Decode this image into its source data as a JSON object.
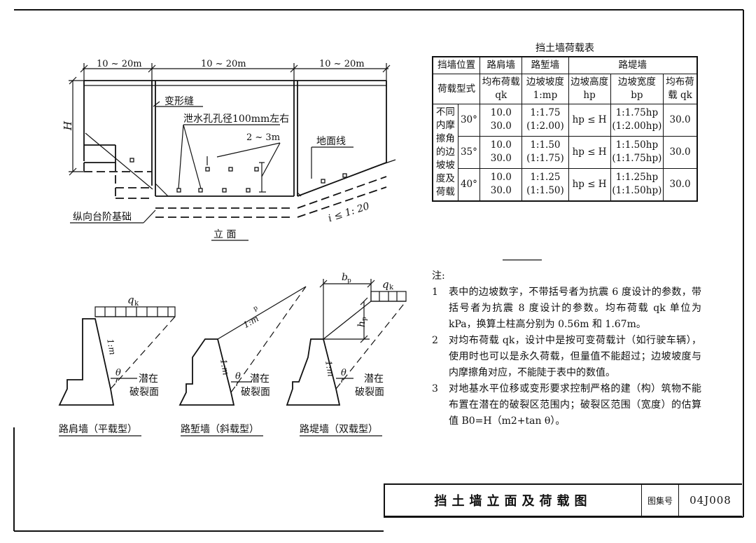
{
  "elevation": {
    "dim_left": "10 ~ 20m",
    "dim_mid": "10 ~ 20m",
    "dim_right": "10 ~ 20m",
    "height_label": "H",
    "joint_label": "变形缝",
    "drain_label": "泄水孔孔径100mm左右",
    "spacing_label": "2 ~ 3m",
    "ground_label": "地面线",
    "slope_label": "i ≤ 1: 20",
    "footing_label": "纵向台阶基础",
    "view_title": "立  面"
  },
  "sections": {
    "load_q": "q",
    "load_q_sub": "k",
    "slope_m1": "1:m",
    "slope_m1_sub": "1",
    "slope_mp": "1:m",
    "slope_mp_sub": "p",
    "bp": "b",
    "bp_sub": "p",
    "hp": "h",
    "hp_sub": "p",
    "theta": "θ",
    "crack_line1": "潜在",
    "crack_line2": "破裂面",
    "caption_shoulder": "路肩墙（平载型）",
    "caption_cut": "路堑墙（斜载型）",
    "caption_embank": "路堤墙（双载型）"
  },
  "load_table": {
    "title": "挡土墙荷载表",
    "col_position": "挡墙位置",
    "col_shoulder": "路肩墙",
    "col_cut": "路堑墙",
    "col_embank": "路堤墙",
    "row_type": "荷载型式",
    "sub_uniform": "均布荷载 qk",
    "sub_slope": "边坡坡度 1:mp",
    "sub_height": "边坡高度 hp",
    "sub_width": "边坡宽度 bp",
    "sub_uniform2": "均布荷载 qk",
    "row_group": "不同内摩擦角的边坡坡度及荷载",
    "rows": [
      {
        "angle": "30°",
        "q1": "10.0",
        "q2": "30.0",
        "s1": "1:1.75",
        "s2": "(1:2.00)",
        "h": "hp ≤ H",
        "w1": "1:1.75hp",
        "w2": "(1:2.00hp)",
        "q": "30.0"
      },
      {
        "angle": "35°",
        "q1": "10.0",
        "q2": "30.0",
        "s1": "1:1.50",
        "s2": "(1:1.75)",
        "h": "hp ≤ H",
        "w1": "1:1.50hp",
        "w2": "(1:1.75hp)",
        "q": "30.0"
      },
      {
        "angle": "40°",
        "q1": "10.0",
        "q2": "30.0",
        "s1": "1:1.25",
        "s2": "(1:1.50)",
        "h": "hp ≤ H",
        "w1": "1:1.25hp",
        "w2": "(1:1.50hp)",
        "q": "30.0"
      }
    ]
  },
  "notes": {
    "heading": "注:",
    "items": [
      {
        "num": "1",
        "text": "表中的边坡数字，不带括号者为抗震 6 度设计的参数，带括号者为抗震 8 度设计的参数。均布荷载 qk 单位为 kPa，换算土柱高分别为 0.56m 和 1.67m。"
      },
      {
        "num": "2",
        "text": "对均布荷载 qk，设计中是按可变荷载计（如行驶车辆），使用时也可以是永久荷载，但量值不能超过；边坡坡度与内摩擦角对应，不能陡于表中的数值。"
      },
      {
        "num": "3",
        "text": "对地基水平位移或变形要求控制严格的建（构）筑物不能布置在潜在的破裂区范围内；破裂区范围（宽度）的估算值 B0=H（m2+tan θ）。"
      }
    ]
  },
  "title_block": {
    "title": "挡土墙立面及荷载图",
    "atlas_label": "图集号",
    "atlas_code": "04J008"
  }
}
